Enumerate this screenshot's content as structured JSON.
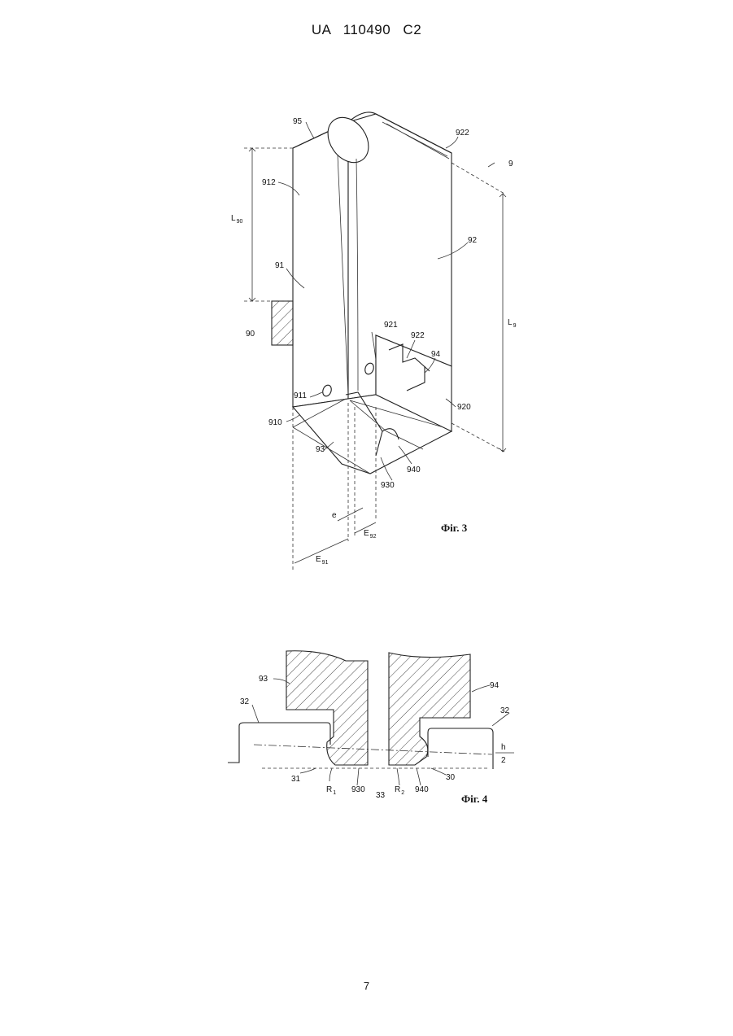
{
  "header": {
    "text": "UA   110490   C2"
  },
  "page_number": "7",
  "fig3": {
    "caption": "Фіг. 3",
    "labels": {
      "l95": "95",
      "l922a": "922",
      "l9": "9",
      "l912": "912",
      "lL90": "L",
      "lL90s": "90",
      "l92": "92",
      "l91": "91",
      "lL9": "L",
      "lL9s": "9",
      "l90": "90",
      "l921": "921",
      "l922b": "922",
      "l94": "94",
      "l911": "911",
      "l920": "920",
      "l910": "910",
      "l940": "940",
      "l93": "93",
      "l930": "930",
      "le": "e",
      "lE92": "E",
      "lE92s": "92",
      "lE91": "E",
      "lE91s": "91"
    }
  },
  "fig4": {
    "caption": "Фіг. 4",
    "labels": {
      "l93": "93",
      "l94": "94",
      "l32a": "32",
      "l32b": "32",
      "lh": "h",
      "l2": "2",
      "l31": "31",
      "lR1": "R",
      "lR1s": "1",
      "l930": "930",
      "l33": "33",
      "lR2": "R",
      "lR2s": "2",
      "l940": "940",
      "l30": "30"
    }
  }
}
